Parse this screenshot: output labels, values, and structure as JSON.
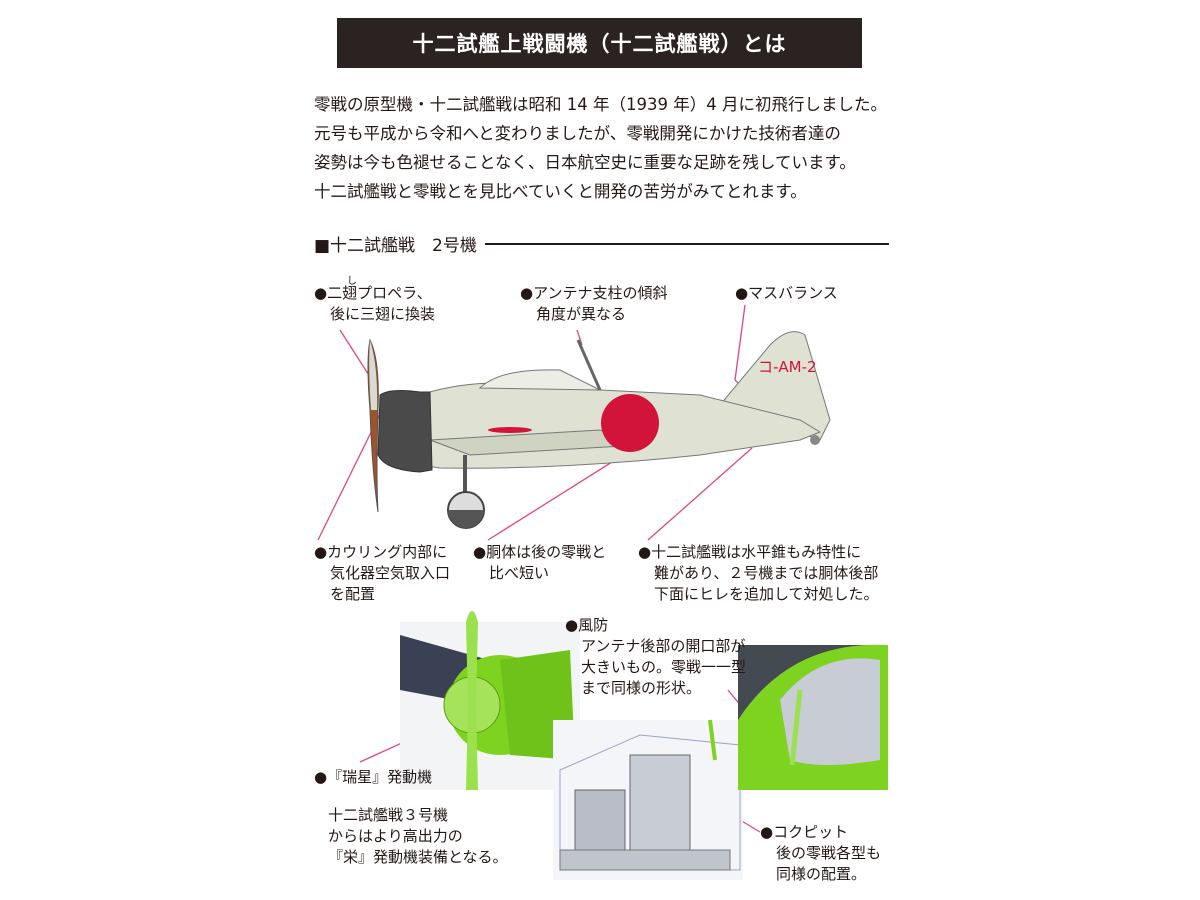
{
  "title": "十二試艦上戦闘機（十二試艦戦）とは",
  "intro": [
    "零戦の原型機・十二試艦戦は昭和 14 年（1939 年）4 月に初飛行しました。",
    "元号も平成から令和へと変わりましたが、零戦開発にかけた技術者達の",
    "姿勢は今も色褪せることなく、日本航空史に重要な足跡を残しています。",
    "十二試艦戦と零戦とを見比べていくと開発の苦労がみてとれます。"
  ],
  "section": "■十二試艦戦　2号機",
  "aircraft_marking": "コ-AM-2",
  "callouts": {
    "propeller": {
      "ruby": "し",
      "lines": [
        "●二翅プロペラ、",
        "後に三翅に換装"
      ]
    },
    "antenna": {
      "lines": [
        "●アンテナ支柱の傾斜",
        "角度が異なる"
      ]
    },
    "mass_balance": {
      "lines": [
        "●マスバランス"
      ]
    },
    "cowling": {
      "lines": [
        "●カウリング内部に",
        "気化器空気取入口",
        "を配置"
      ]
    },
    "fuselage": {
      "lines": [
        "●胴体は後の零戦と",
        "比べ短い"
      ]
    },
    "fin": {
      "lines": [
        "●十二試艦戦は水平錐もみ特性に",
        "難があり、２号機までは胴体後部",
        "下面にヒレを追加して対処した。"
      ]
    },
    "windshield": {
      "lines": [
        "●風防",
        "アンテナ後部の開口部が",
        "大きいもの。零戦一一型",
        "まで同様の形状。"
      ]
    },
    "engine": {
      "lines": [
        "●『瑞星』発動機"
      ]
    },
    "engine_note": {
      "lines": [
        "十二試艦戦３号機",
        "からはより高出力の",
        "『栄』発動機装備となる。"
      ]
    },
    "cockpit": {
      "lines": [
        "●コクピット",
        "後の零戦各型も",
        "同様の配置。"
      ]
    }
  },
  "colors": {
    "leader": "#e0468a",
    "hinomaru": "#d2143a",
    "body": "#dfe2d2",
    "render_green": "#7ed321"
  }
}
